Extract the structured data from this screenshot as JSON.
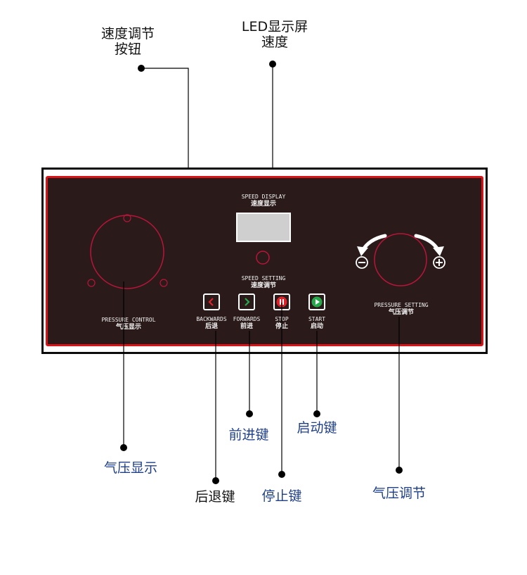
{
  "callouts": {
    "speed_knob": [
      "速度调节",
      "按钮"
    ],
    "led_display": [
      "LED显示屏",
      "速度"
    ],
    "pressure_display": "气压显示",
    "backwards_key": "后退键",
    "forwards_key": "前进键",
    "stop_key": "停止键",
    "start_key": "启动键",
    "pressure_setting": "气压调节"
  },
  "panel": {
    "speed_display_en": "SPEED DISPLAY",
    "speed_display_cn": "速度显示",
    "speed_setting_en": "SPEED SETTING",
    "speed_setting_cn": "速度调节",
    "pressure_control_en": "PRESSURE CONTROL",
    "pressure_control_cn": "气压显示",
    "pressure_setting_en": "PRESSURE SETTING",
    "pressure_setting_cn": "气压调节",
    "buttons": [
      {
        "en": "BACKWARDS",
        "cn": "后退",
        "icon": "chevron-left-icon",
        "color": "#e0232a"
      },
      {
        "en": "FORWARDS",
        "cn": "前进",
        "icon": "chevron-right-icon",
        "color": "#27a84a"
      },
      {
        "en": "STOP",
        "cn": "停止",
        "icon": "pause-icon",
        "color": "#e0232a"
      },
      {
        "en": "START",
        "cn": "启动",
        "icon": "play-icon",
        "color": "#27a84a"
      }
    ],
    "minus_symbol": "⊖",
    "plus_symbol": "⊕"
  },
  "colors": {
    "panel_bg": "#2a1a1a",
    "panel_border": "#d81418",
    "gauge_ring": "#b8153a",
    "callout_blue": "#1f3f8a"
  }
}
